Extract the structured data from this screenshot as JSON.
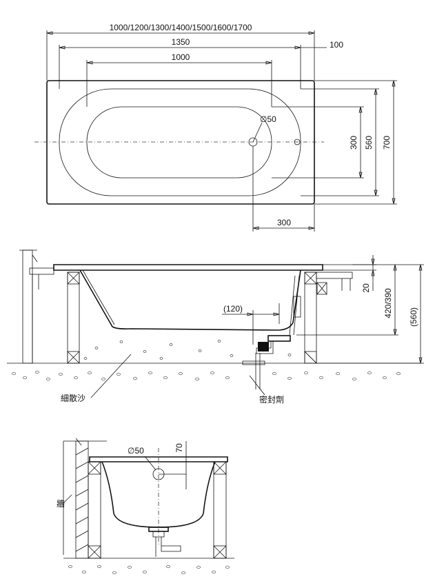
{
  "top_view": {
    "dim_lengths": "1000/1200/1300/1400/1500/1600/1700",
    "dim_1350": "1350",
    "dim_100": "100",
    "dim_1000": "1000",
    "dim_diameter": "∅50",
    "dim_300_h": "300",
    "dim_560": "560",
    "dim_700": "700",
    "dim_300_bottom": "300"
  },
  "side_view": {
    "dim_20": "20",
    "dim_420_390": "420/390",
    "dim_560": "(560)",
    "dim_120": "(120)",
    "label_sand": "細散沙",
    "label_sealant": "密封劑"
  },
  "end_view": {
    "dim_diameter": "∅50",
    "dim_70": "70",
    "label_wall": "牆"
  }
}
